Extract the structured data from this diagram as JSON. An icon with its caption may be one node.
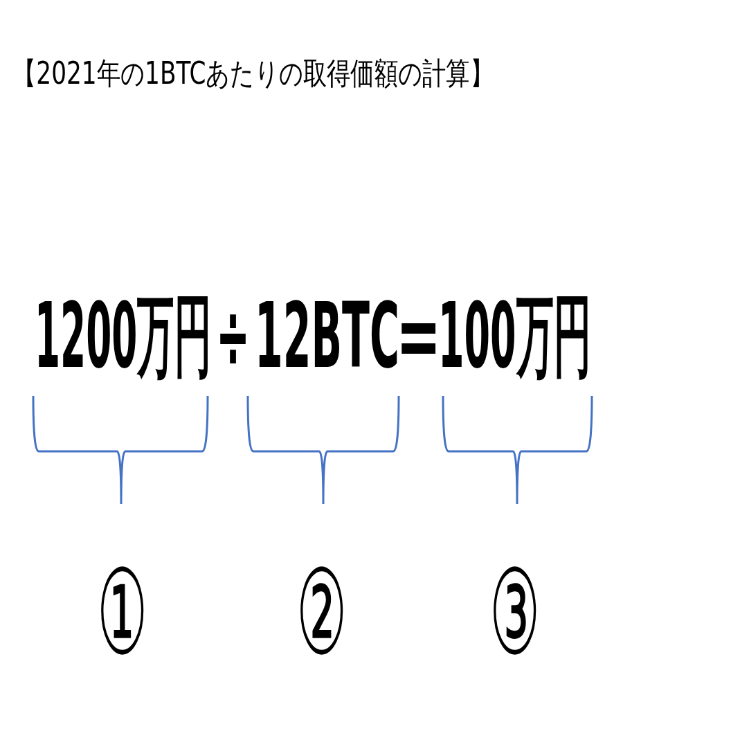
{
  "diagram": {
    "title": "【2021年の1BTCあたりの取得価額の計算】",
    "labels": [
      "1200万円",
      "÷",
      "12BTC",
      "=",
      "100万円",
      "①",
      "②",
      "③"
    ]
  }
}
